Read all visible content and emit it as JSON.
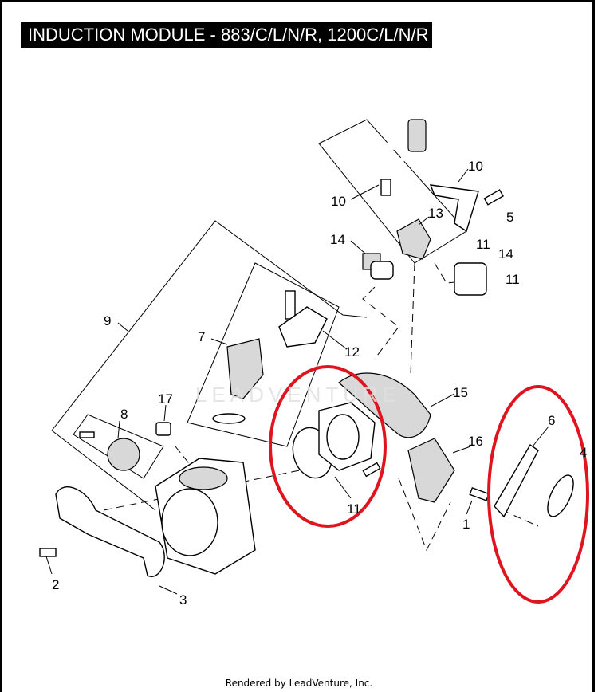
{
  "title": "INDUCTION MODULE - 883/C/L/N/R, 1200C/L/N/R",
  "watermark": "LEADVENTURE",
  "footer": "Rendered by LeadVenture, Inc.",
  "callouts": {
    "c10a": "10",
    "c10b": "10",
    "c13": "13",
    "c5": "5",
    "c14a": "14",
    "c11a": "11",
    "c14b": "14",
    "c11b": "11",
    "c9": "9",
    "c7": "7",
    "c12": "12",
    "c15": "15",
    "c17": "17",
    "c8": "8",
    "c6": "6",
    "c4": "4",
    "c16": "16",
    "c11c": "11",
    "c1": "1",
    "c2": "2",
    "c3": "3"
  },
  "highlight_color": "#e0141e"
}
